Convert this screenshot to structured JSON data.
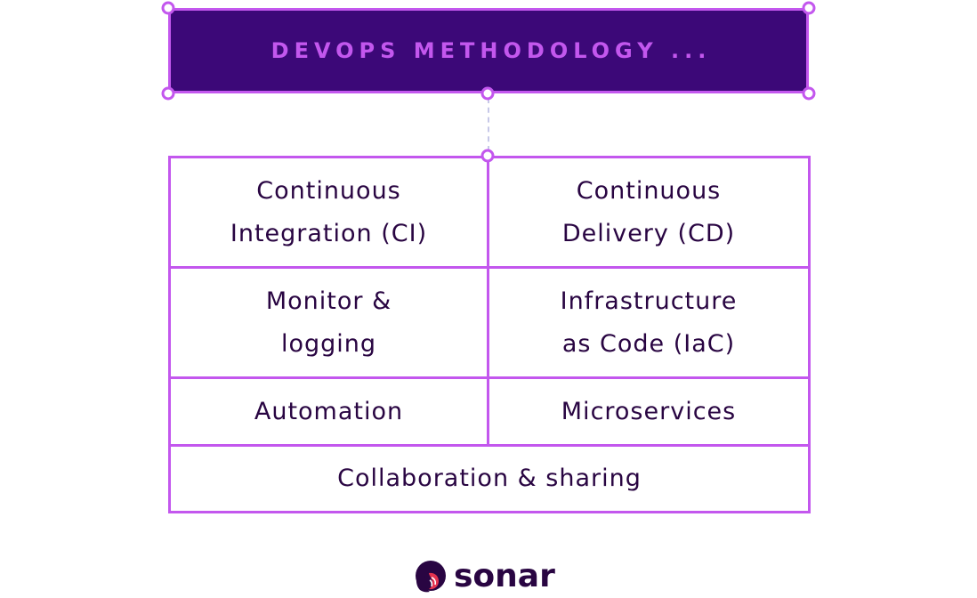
{
  "header": {
    "title": "DEVOPS METHODOLOGY ..."
  },
  "practices": [
    {
      "label": "Continuous\nIntegration (CI)"
    },
    {
      "label": "Continuous\nDelivery (CD)"
    },
    {
      "label": "Monitor &\nlogging"
    },
    {
      "label": "Infrastructure\nas Code (IaC)"
    },
    {
      "label": "Automation"
    },
    {
      "label": "Microservices"
    },
    {
      "label": "Collaboration & sharing"
    }
  ],
  "logo": {
    "text": "sonar",
    "icon": "sonar-logo-icon"
  },
  "colors": {
    "header_bg": "#3c0878",
    "accent": "#c357ee",
    "text": "#290542",
    "connector": "#c6c8e8",
    "logo_accent": "#e3324f"
  }
}
